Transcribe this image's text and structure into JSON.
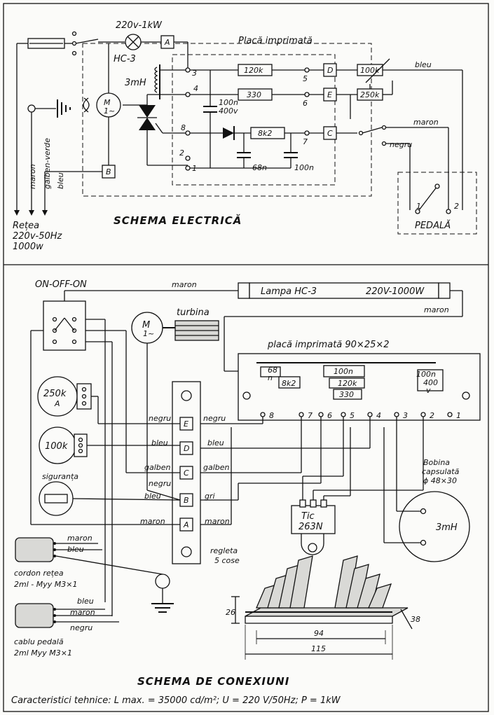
{
  "electrical": {
    "title": "SCHEMA ELECTRICĂ",
    "board_label": "Placă imprimată",
    "lamp_rating": "220v-1kW",
    "lamp_name": "HC-3",
    "inductor": "3mH",
    "motor": "M",
    "motor_sub": "1~",
    "cap_main": "100n",
    "cap_main_v": "400v",
    "cap_68": "68n",
    "cap_100": "100n",
    "r_120k": "120k",
    "r_330": "330",
    "r_8k2": "8k2",
    "pot_100k": "100k",
    "pot_250k": "250k",
    "term_A": "A",
    "term_B": "B",
    "term_C": "C",
    "term_D": "D",
    "term_E": "E",
    "node_1": "1",
    "node_2": "2",
    "node_3": "3",
    "node_4": "4",
    "node_5": "5",
    "node_6": "6",
    "node_7": "7",
    "node_8": "8",
    "wire_bleu": "bleu",
    "wire_maron": "maron",
    "wire_negru": "negru",
    "cable_maron": "maron",
    "cable_galben": "galben-verde",
    "cable_bleu": "bleu",
    "mains_1": "Rețea",
    "mains_2": "220v-50Hz",
    "mains_3": "1000w",
    "pedal": "PEDALĂ",
    "pedal_1": "1",
    "pedal_2": "2"
  },
  "connection": {
    "title": "SCHEMA DE CONEXIUNI",
    "switch": "ON-OFF-ON",
    "lamp": "Lampa HC-3",
    "lamp_rating": "220V-1000W",
    "wire_maron_top": "maron",
    "wire_maron_bottom": "maron",
    "turbine": "turbina",
    "motor": "M",
    "motor_sub": "1~",
    "board": "placă imprimată 90×25×2",
    "b_68": "68",
    "b_n": "n",
    "b_8k2": "8k2",
    "b_100n": "100n",
    "b_120k": "120k",
    "b_330": "330",
    "b_100n_2": "100n",
    "b_400": "400",
    "b_v": "v",
    "pins": [
      "8",
      "7",
      "6",
      "5",
      "4",
      "3",
      "2",
      "1"
    ],
    "pot1": "250k",
    "pot1_sub": "A",
    "pot2": "100k",
    "fuse": "siguranța",
    "strip_E": "E",
    "strip_D": "D",
    "strip_C": "C",
    "strip_B": "B",
    "strip_A": "A",
    "l_negru_E": "negru",
    "r_negru_E": "negru",
    "l_bleu_D": "bleu",
    "r_bleu_D": "bleu",
    "l_galben_C": "galben",
    "r_galben_C": "galben",
    "l_negru_B": "negru",
    "l_bleu_B": "bleu",
    "r_gri_B": "gri",
    "l_maron_A": "maron",
    "r_maron_A": "maron",
    "strip_name_1": "regleta",
    "strip_name_2": "5 cose",
    "triac_1": "Tic",
    "triac_2": "263N",
    "coil_1": "Bobina",
    "coil_2": "capsulată",
    "coil_3": "ϕ 48×30",
    "coil_val": "3mH",
    "mains_cable_maron": "maron",
    "mains_cable_bleu": "bleu",
    "mains_cable_1": "cordon rețea",
    "mains_cable_2": "2ml - Myy M3×1",
    "pedal_cable_bleu": "bleu",
    "pedal_cable_maron": "maron",
    "pedal_cable_negru": "negru",
    "pedal_cable_1": "cablu pedală",
    "pedal_cable_2": "2ml Myy M3×1",
    "dim_26": "26",
    "dim_38": "38",
    "dim_94": "94",
    "dim_115": "115"
  },
  "specs": "Caracteristici tehnice: L max. = 35000 cd/m²; U = 220 V/50Hz; P = 1kW"
}
